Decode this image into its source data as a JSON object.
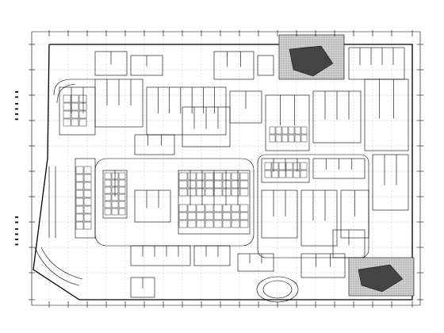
{
  "drawing": {
    "type": "architectural floor plan",
    "color_line": "#000000",
    "color_background": "#ffffff",
    "grid_rows_marked": 11,
    "grid_cols_marked": 19
  },
  "side_labels": {
    "upper": "▬▬▬▬ ▬▬",
    "lower": "▬▬▬▬ ▬▬"
  }
}
